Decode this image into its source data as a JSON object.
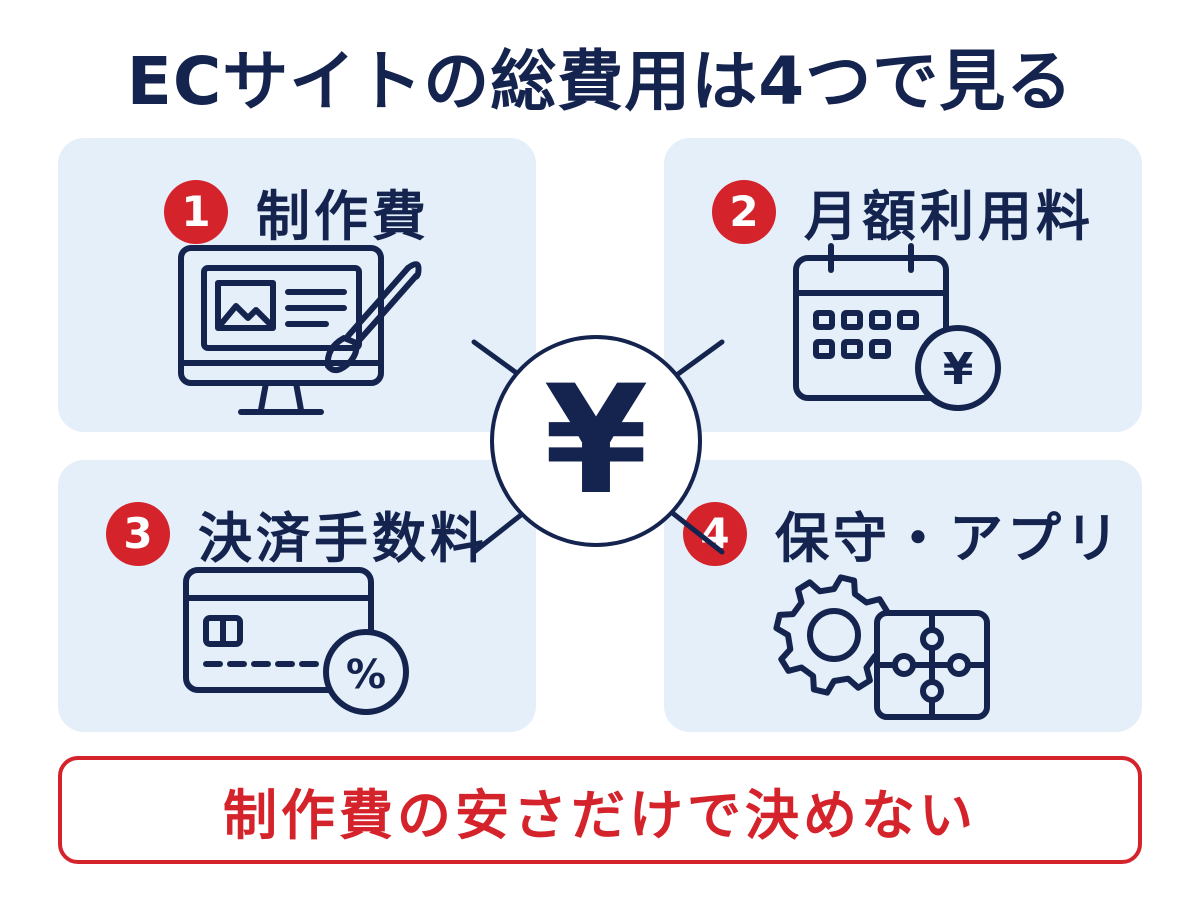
{
  "title": "ECサイトの総費用は4つで見る",
  "center_symbol": "¥",
  "cards": [
    {
      "number": "1",
      "label": "制作費",
      "icon": "monitor-brush-icon"
    },
    {
      "number": "2",
      "label": "月額利用料",
      "icon": "calendar-yen-icon",
      "icon_text": "¥"
    },
    {
      "number": "3",
      "label": "決済手数料",
      "icon": "credit-card-percent-icon",
      "icon_text": "%"
    },
    {
      "number": "4",
      "label": "保守・アプリ",
      "icon": "gear-puzzle-icon"
    }
  ],
  "bottom_message": "制作費の安さだけで決めない",
  "colors": {
    "navy": "#14244f",
    "red": "#d5232b",
    "card_bg": "#e4effa"
  }
}
